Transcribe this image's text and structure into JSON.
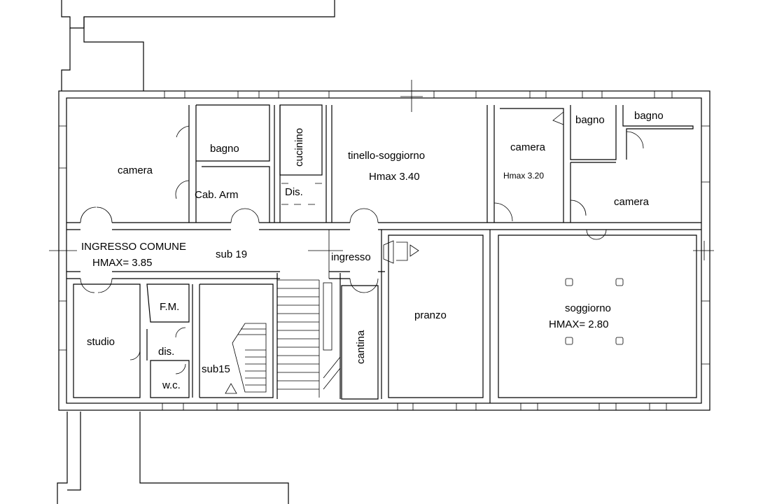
{
  "plan": {
    "rooms": {
      "camera_left": "camera",
      "bagno_1": "bagno",
      "cab_arm": "Cab. Arm",
      "cucinino": "cucinino",
      "dis_top": "Dis.",
      "tinello": "tinello-soggiorno",
      "tinello_h": "Hmax 3.40",
      "camera_mid": "camera",
      "camera_mid_h": "Hmax 3.20",
      "bagno_2": "bagno",
      "bagno_3": "bagno",
      "camera_right": "camera",
      "ingresso_comune": "INGRESSO COMUNE",
      "ingresso_comune_h": "HMAX= 3.85",
      "sub19": "sub 19",
      "ingresso": "ingresso",
      "fm": "F.M.",
      "studio": "studio",
      "dis_bottom": "dis.",
      "wc": "w.c.",
      "sub15": "sub15",
      "cantina": "cantina",
      "pranzo": "pranzo",
      "soggiorno": "soggiorno",
      "soggiorno_h": "HMAX= 2.80"
    }
  }
}
